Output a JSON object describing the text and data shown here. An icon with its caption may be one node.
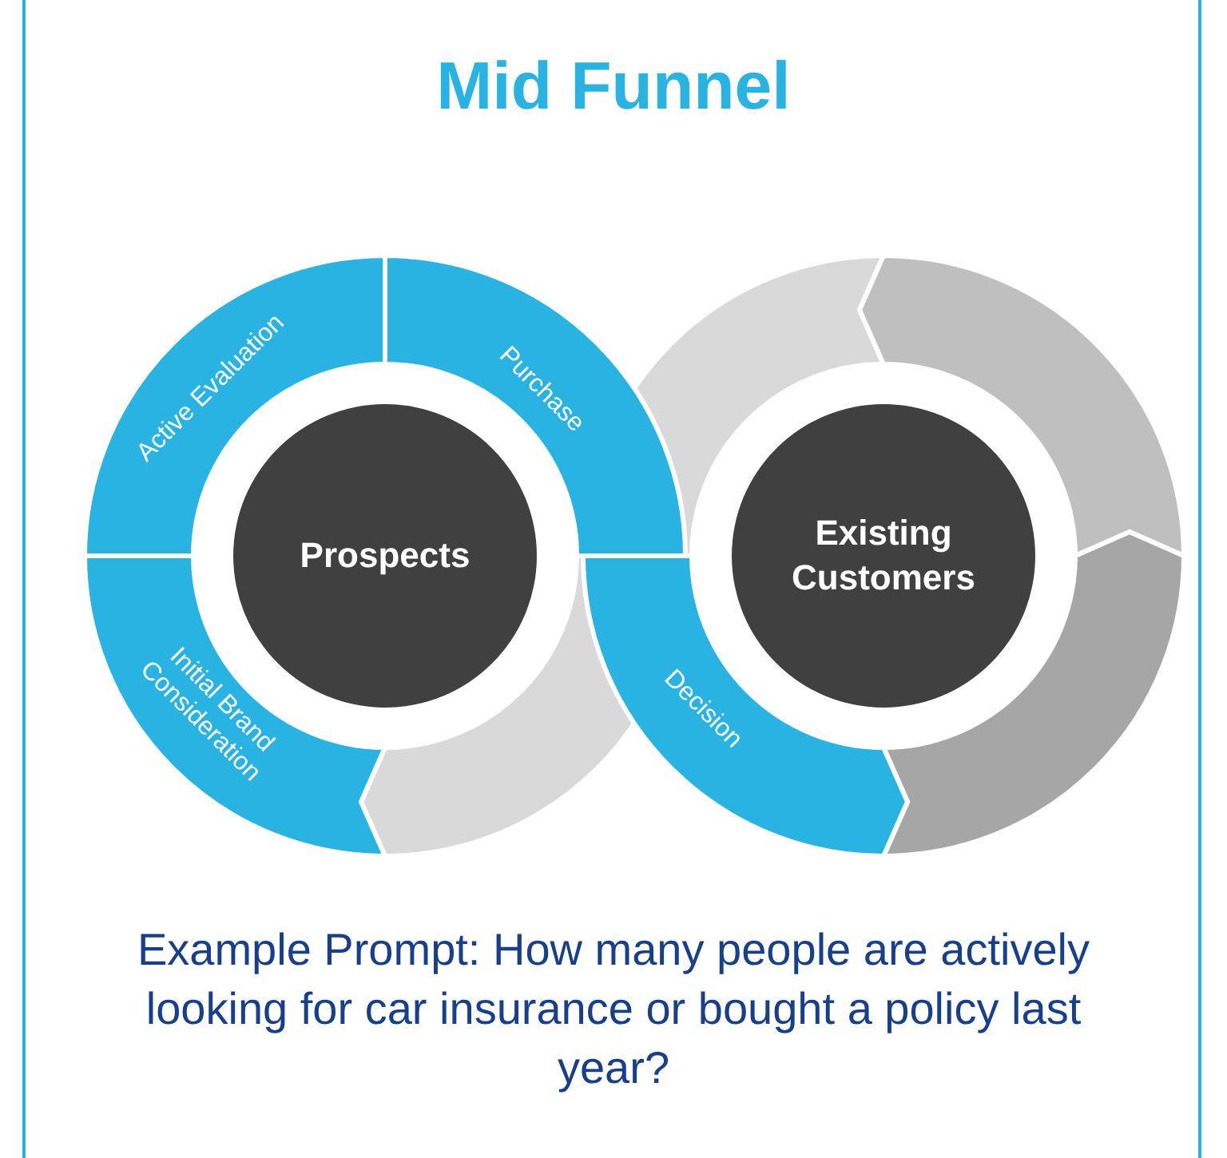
{
  "diagram": {
    "title": "Mid Funnel",
    "caption": "Example Prompt: How many people are actively looking for car insurance or bought a policy last year?",
    "nodes": [
      {
        "text": [
          "Active Evaluation"
        ]
      },
      {
        "text": [
          "Purchase"
        ]
      },
      {
        "text": [
          "Initial Brand Consideration"
        ]
      },
      {
        "text": [
          "Prospects"
        ]
      },
      {
        "text": [],
        "shape": "arc"
      },
      {
        "text": [],
        "shape": "arc"
      },
      {
        "text": [
          "Existing Customers"
        ]
      },
      {
        "text": [
          "Decision"
        ]
      },
      {
        "text": [],
        "shape": "arc"
      },
      {
        "text": [],
        "shape": "arc"
      }
    ]
  }
}
